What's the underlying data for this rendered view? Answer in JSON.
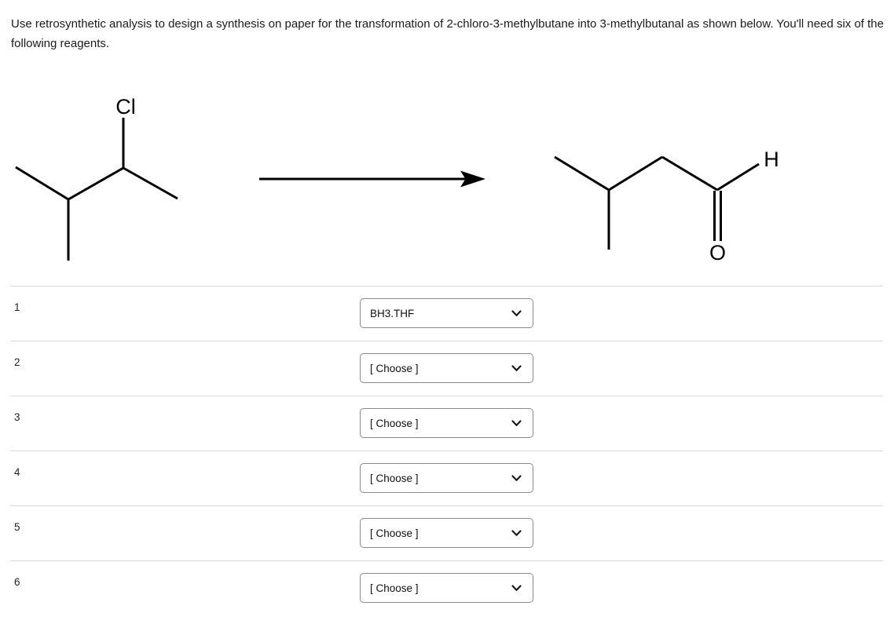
{
  "question": {
    "text": "Use retrosynthetic analysis to design a synthesis on paper for the transformation of 2-chloro-3-methylbutane into 3-methylbutanal as shown below. You'll need six of the following reagents."
  },
  "scheme": {
    "atom_labels": {
      "cl": "Cl",
      "h": "H",
      "o": "O"
    }
  },
  "rows": [
    {
      "number": "1",
      "value": "BH3.THF"
    },
    {
      "number": "2",
      "value": "[ Choose ]"
    },
    {
      "number": "3",
      "value": "[ Choose ]"
    },
    {
      "number": "4",
      "value": "[ Choose ]"
    },
    {
      "number": "5",
      "value": "[ Choose ]"
    },
    {
      "number": "6",
      "value": "[ Choose ]"
    }
  ]
}
